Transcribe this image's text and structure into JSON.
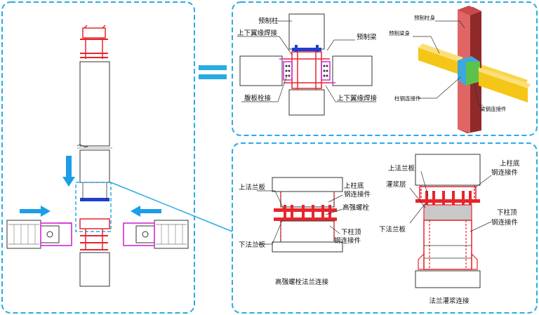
{
  "equals_symbol": "=",
  "top_right": {
    "labels": {
      "precast_column": "预制柱",
      "flange_weld": "上下翼缘焊接",
      "precast_beam": "预制梁",
      "web_bolt": "腹板栓接",
      "flange_weld_2": "上下翼缘焊接"
    },
    "iso_labels": {
      "column_body": "预制柱身",
      "beam_body": "预制梁身",
      "column_steel": "柱钢连接件",
      "beam_steel": "梁钢连接件"
    }
  },
  "bottom_right": {
    "left": {
      "upper_flange": "上法兰板",
      "upper_col_line1": "上柱底",
      "upper_col_line2": "钢连接件",
      "hs_bolt": "高强螺栓",
      "lower_col_line1": "下柱顶",
      "lower_col_line2": "钢连接件",
      "lower_flange": "下法兰板",
      "caption": "高强螺栓法兰连接"
    },
    "right": {
      "upper_flange": "上法兰板",
      "upper_col_line1": "上柱底",
      "upper_col_line2": "钢连接件",
      "grout": "灌浆层",
      "lower_flange": "下法兰板",
      "lower_col_line1": "下柱顶",
      "lower_col_line2": "钢连接件",
      "caption": "法兰灌浆连接"
    }
  },
  "colors": {
    "panel_border": "#29abe2",
    "arrow": "#1a9ee8",
    "steel_red": "#e8242b",
    "bolt_blue": "#1f3fd1",
    "plate_magenta": "#d22ad2",
    "column_pink": "#e06666",
    "beam_yellow": "#f5c518",
    "joint_blue": "#3fa7e0",
    "joint_green": "#5cc34a"
  }
}
